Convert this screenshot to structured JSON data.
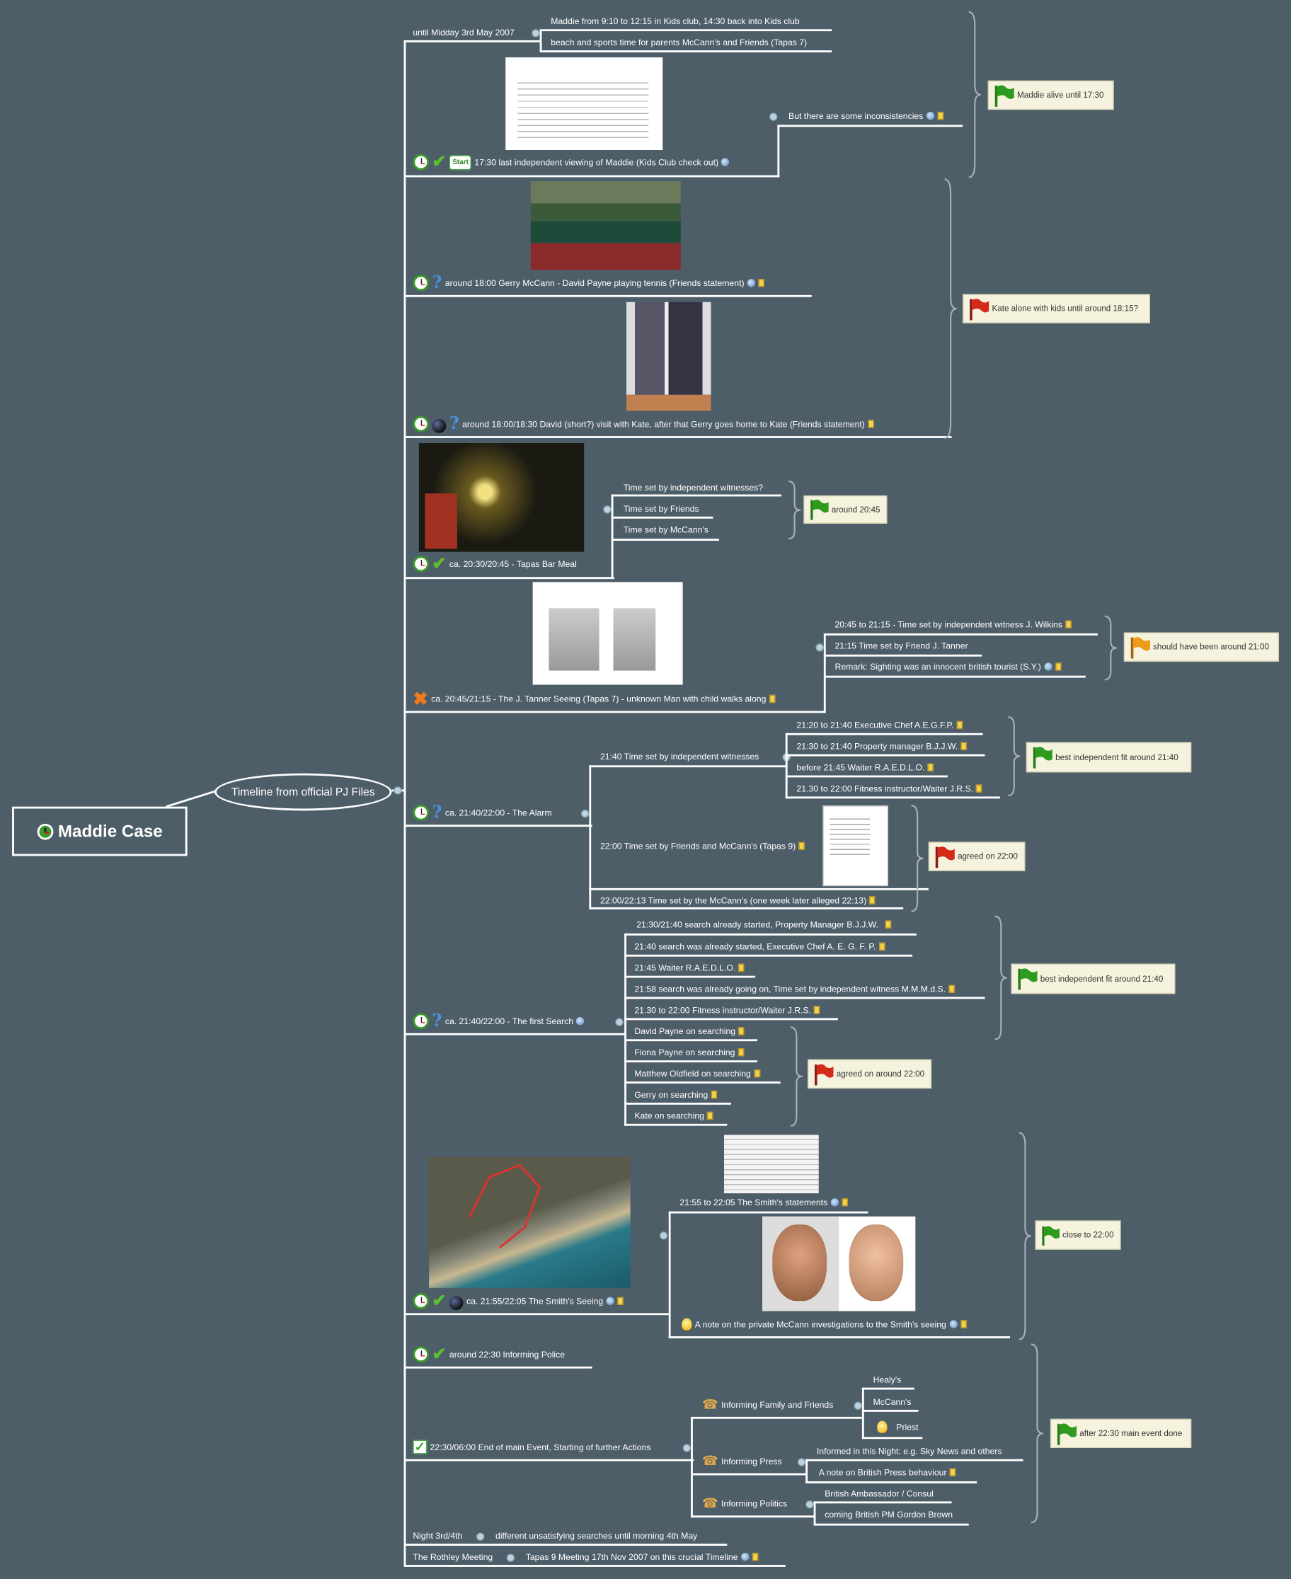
{
  "root": {
    "title": "Maddie Case"
  },
  "central": {
    "title": "Timeline from official PJ Files"
  },
  "colors": {
    "background": "#4e5e69",
    "flag_green": "#2e9a1e",
    "flag_red": "#d42a1a",
    "flag_orange": "#f09a1a",
    "callout_bg": "#f5f3dd"
  },
  "b1": {
    "label": "until Midday 3rd May 2007",
    "children": [
      "Maddie from 9:10 to 12:15 in Kids club, 14:30 back into Kids club",
      "beach and sports time for parents McCann's and Friends (Tapas 7)"
    ],
    "start_badge": "Start",
    "viewing": "17:30 last independent viewing of Maddie (Kids Club check out)",
    "inconsistencies": "But there are some inconsistencies",
    "callout": "Maddie alive until 17:30"
  },
  "b2": {
    "tennis": "around 18:00 Gerry McCann - David Payne playing tennis (Friends statement)",
    "visit": "around 18:00/18:30 David (short?) visit with Kate, after that Gerry goes home to Kate (Friends statement)",
    "callout": "Kate alone with kids until around 18:15?"
  },
  "b3": {
    "label": "ca. 20:30/20:45 - Tapas Bar Meal",
    "children": [
      "Time set by independent witnesses?",
      "Time set by Friends",
      "Time set by McCann's"
    ],
    "callout": "around 20:45"
  },
  "b4": {
    "label": "ca. 20:45/21:15 - The J. Tanner Seeing (Tapas 7) - unknown Man with child walks along",
    "children": [
      "20:45 to 21:15 - Time set by independent witness J. Wilkins",
      "21:15 Time set by Friend J. Tanner",
      "Remark: Sighting was an innocent british tourist (S.Y.)"
    ],
    "callout": "should have been around 21:00"
  },
  "b5": {
    "label": "ca. 21:40/22:00 - The Alarm",
    "independent": "21:40 Time set by independent witnesses",
    "witnesses": [
      "21:20 to 21:40 Executive Chef A.E.G.F.P.",
      "21:30 to 21:40 Property manager B.J.J.W.",
      "before 21:45 Waiter R.A.E.D.L.O.",
      "21.30 to 22:00 Fitness instructor/Waiter J.R.S."
    ],
    "callout_independent": "best independent fit around 21:40",
    "friends": "22:00 Time set by Friends and McCann's (Tapas 9)",
    "mccanns": "22:00/22:13 Time set by the McCann's (one week later alleged 22:13)",
    "callout_agreed": "agreed on 22:00"
  },
  "b6": {
    "label": "ca. 21:40/22:00 - The first Search",
    "children": [
      "21:30/21:40  search already started, Property Manager B.J.J.W.",
      "21:40 search was already started, Executive Chef A. E. G. F. P.",
      "21:45 Waiter R.A.E.D.L.O.",
      "21:58 search was already going on, Time set by independent witness M.M.M.d.S.",
      "21.30 to 22:00 Fitness instructor/Waiter J.R.S.",
      "David Payne on searching",
      "Fiona Payne on searching",
      "Matthew Oldfield on searching",
      "Gerry on searching",
      "Kate on searching"
    ],
    "callout_independent": "best independent fit around 21:40",
    "callout_agreed": "agreed on around 22:00"
  },
  "b7": {
    "label": "ca. 21:55/22:05 The Smith's Seeing",
    "statements": "21:55 to 22:05 The Smith's statements",
    "note": "A note on the private McCann investigations to the Smith's seeing",
    "callout": "close to 22:00"
  },
  "b8": {
    "label": "around 22:30 Informing Police"
  },
  "b9": {
    "label": "22:30/06:00 End of main Event, Starting of further Actions",
    "family": "Informing Family and Friends",
    "family_children": [
      "Healy's",
      "McCann's",
      "Priest"
    ],
    "press": "Informing Press",
    "press_children": [
      "Informed in this Night: e.g. Sky News and others",
      "A note on British Press behaviour"
    ],
    "politics": "Informing Politics",
    "politics_children": [
      "British Ambassador / Consul",
      "coming British PM Gordon Brown"
    ],
    "callout": "after 22:30 main event done"
  },
  "b10": {
    "label": "Night 3rd/4th",
    "child": "different unsatisfying searches until morning 4th May"
  },
  "b11": {
    "label": "The Rothley Meeting",
    "child": "Tapas 9 Meeting 17th Nov 2007 on this crucial Timeline"
  }
}
